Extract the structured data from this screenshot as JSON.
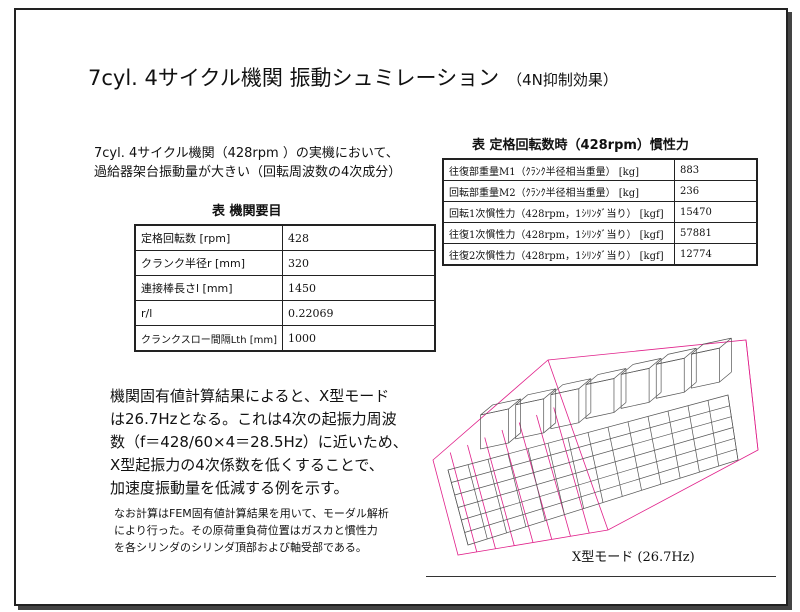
{
  "title": {
    "main": "7cyl.  4サイクル機関  振動シュミレーション",
    "sub": "（4N抑制効果）"
  },
  "intro": {
    "line1": "7cyl.  4サイクル機関（428rpm ）の実機において、",
    "line2": "過給器架台振動量が大きい（回転周波数の4次成分）"
  },
  "table1": {
    "caption": "表   機関要目",
    "rows": [
      {
        "label": "定格回転数  [rpm]",
        "value": "428"
      },
      {
        "label": "クランク半径r  [mm]",
        "value": "320"
      },
      {
        "label": "連接棒長さl [mm]",
        "value": "1450"
      },
      {
        "label": "r/l",
        "value": "0.22069"
      },
      {
        "label": "クランクスロー間隔Lth [mm]",
        "value": "1000"
      }
    ]
  },
  "table2": {
    "caption": "表   定格回転数時（428rpm）慣性力",
    "rows": [
      {
        "label": "往復部重量M1（ｸﾗﾝｸ半径相当重量）   [kg]",
        "value": "883"
      },
      {
        "label": "回転部重量M2（ｸﾗﾝｸ半径相当重量）   [kg]",
        "value": "236"
      },
      {
        "label": "回転1次慣性力（428rpm，1ｼﾘﾝﾀﾞ当り）   [kgf]",
        "value": "15470"
      },
      {
        "label": "往復1次慣性力（428rpm，1ｼﾘﾝﾀﾞ当り）   [kgf]",
        "value": "57881"
      },
      {
        "label": "往復2次慣性力（428rpm，1ｼﾘﾝﾀﾞ当り）   [kgf]",
        "value": "12774"
      }
    ]
  },
  "body": {
    "line1": "機関固有値計算結果によると、X型モード",
    "line2": "は26.7Hzとなる。これは4次の起振力周波",
    "line3": "数（f＝428/60×4＝28.5Hz）に近いため、",
    "line4": "X型起振力の4次係数を低くすることで、",
    "line5": "加速度振動量を低減する例を示す。"
  },
  "note": {
    "line1": "なお計算はFEM固有値計算結果を用いて、モーダル解析",
    "line2": "により行った。その原荷重負荷位置はガスカと慣性力",
    "line3": "を各シリンダのシリンダ頂部および軸受部である。"
  },
  "figure": {
    "caption": "X型モード  (26.7Hz)",
    "mesh_color": "#555555",
    "mode_color": "#e0208a"
  }
}
